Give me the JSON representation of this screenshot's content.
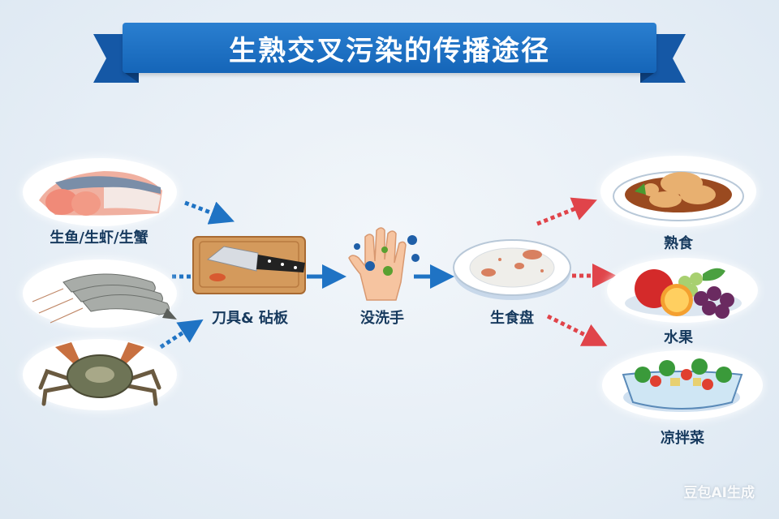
{
  "title": "生熟交叉污染的传播途径",
  "sources": [
    {
      "id": "fish",
      "label": "生鱼/生虾/生蟹",
      "icon": "raw-fish-icon"
    },
    {
      "id": "shrimp",
      "label": "",
      "icon": "raw-shrimp-icon"
    },
    {
      "id": "crab",
      "label": "",
      "icon": "raw-crab-icon"
    }
  ],
  "sources_label": "生鱼/生虾/生蟹",
  "stages": [
    {
      "id": "knife-board",
      "label": "刀具& 砧板",
      "icon": "knife-cutting-board-icon"
    },
    {
      "id": "hand",
      "label": "没洗手",
      "icon": "germy-hand-icon"
    },
    {
      "id": "raw-plate",
      "label": "生食盘",
      "icon": "dirty-plate-icon"
    }
  ],
  "targets": [
    {
      "id": "cooked",
      "label": "熟食",
      "icon": "cooked-food-icon"
    },
    {
      "id": "fruit",
      "label": "水果",
      "icon": "fruit-icon"
    },
    {
      "id": "salad",
      "label": "凉拌菜",
      "icon": "salad-bowl-icon"
    }
  ],
  "colors": {
    "banner": "#1a6ec2",
    "blue_arrow": "#1f73c4",
    "red_arrow": "#e0444a",
    "label_text": "#173a5e"
  },
  "watermark": "豆包AI生成"
}
